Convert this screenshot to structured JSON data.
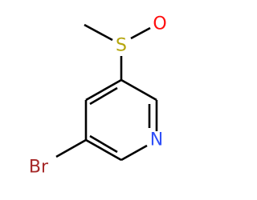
{
  "molecule": {
    "atoms": {
      "sulfur": "S",
      "oxygen": "O",
      "nitrogen": "N",
      "bromine": "Br"
    },
    "colors": {
      "bond": "#000000",
      "sulfur": "#b5a60e",
      "oxygen": "#ff0d0d",
      "nitrogen": "#3050f8",
      "bromine": "#a62929"
    }
  }
}
